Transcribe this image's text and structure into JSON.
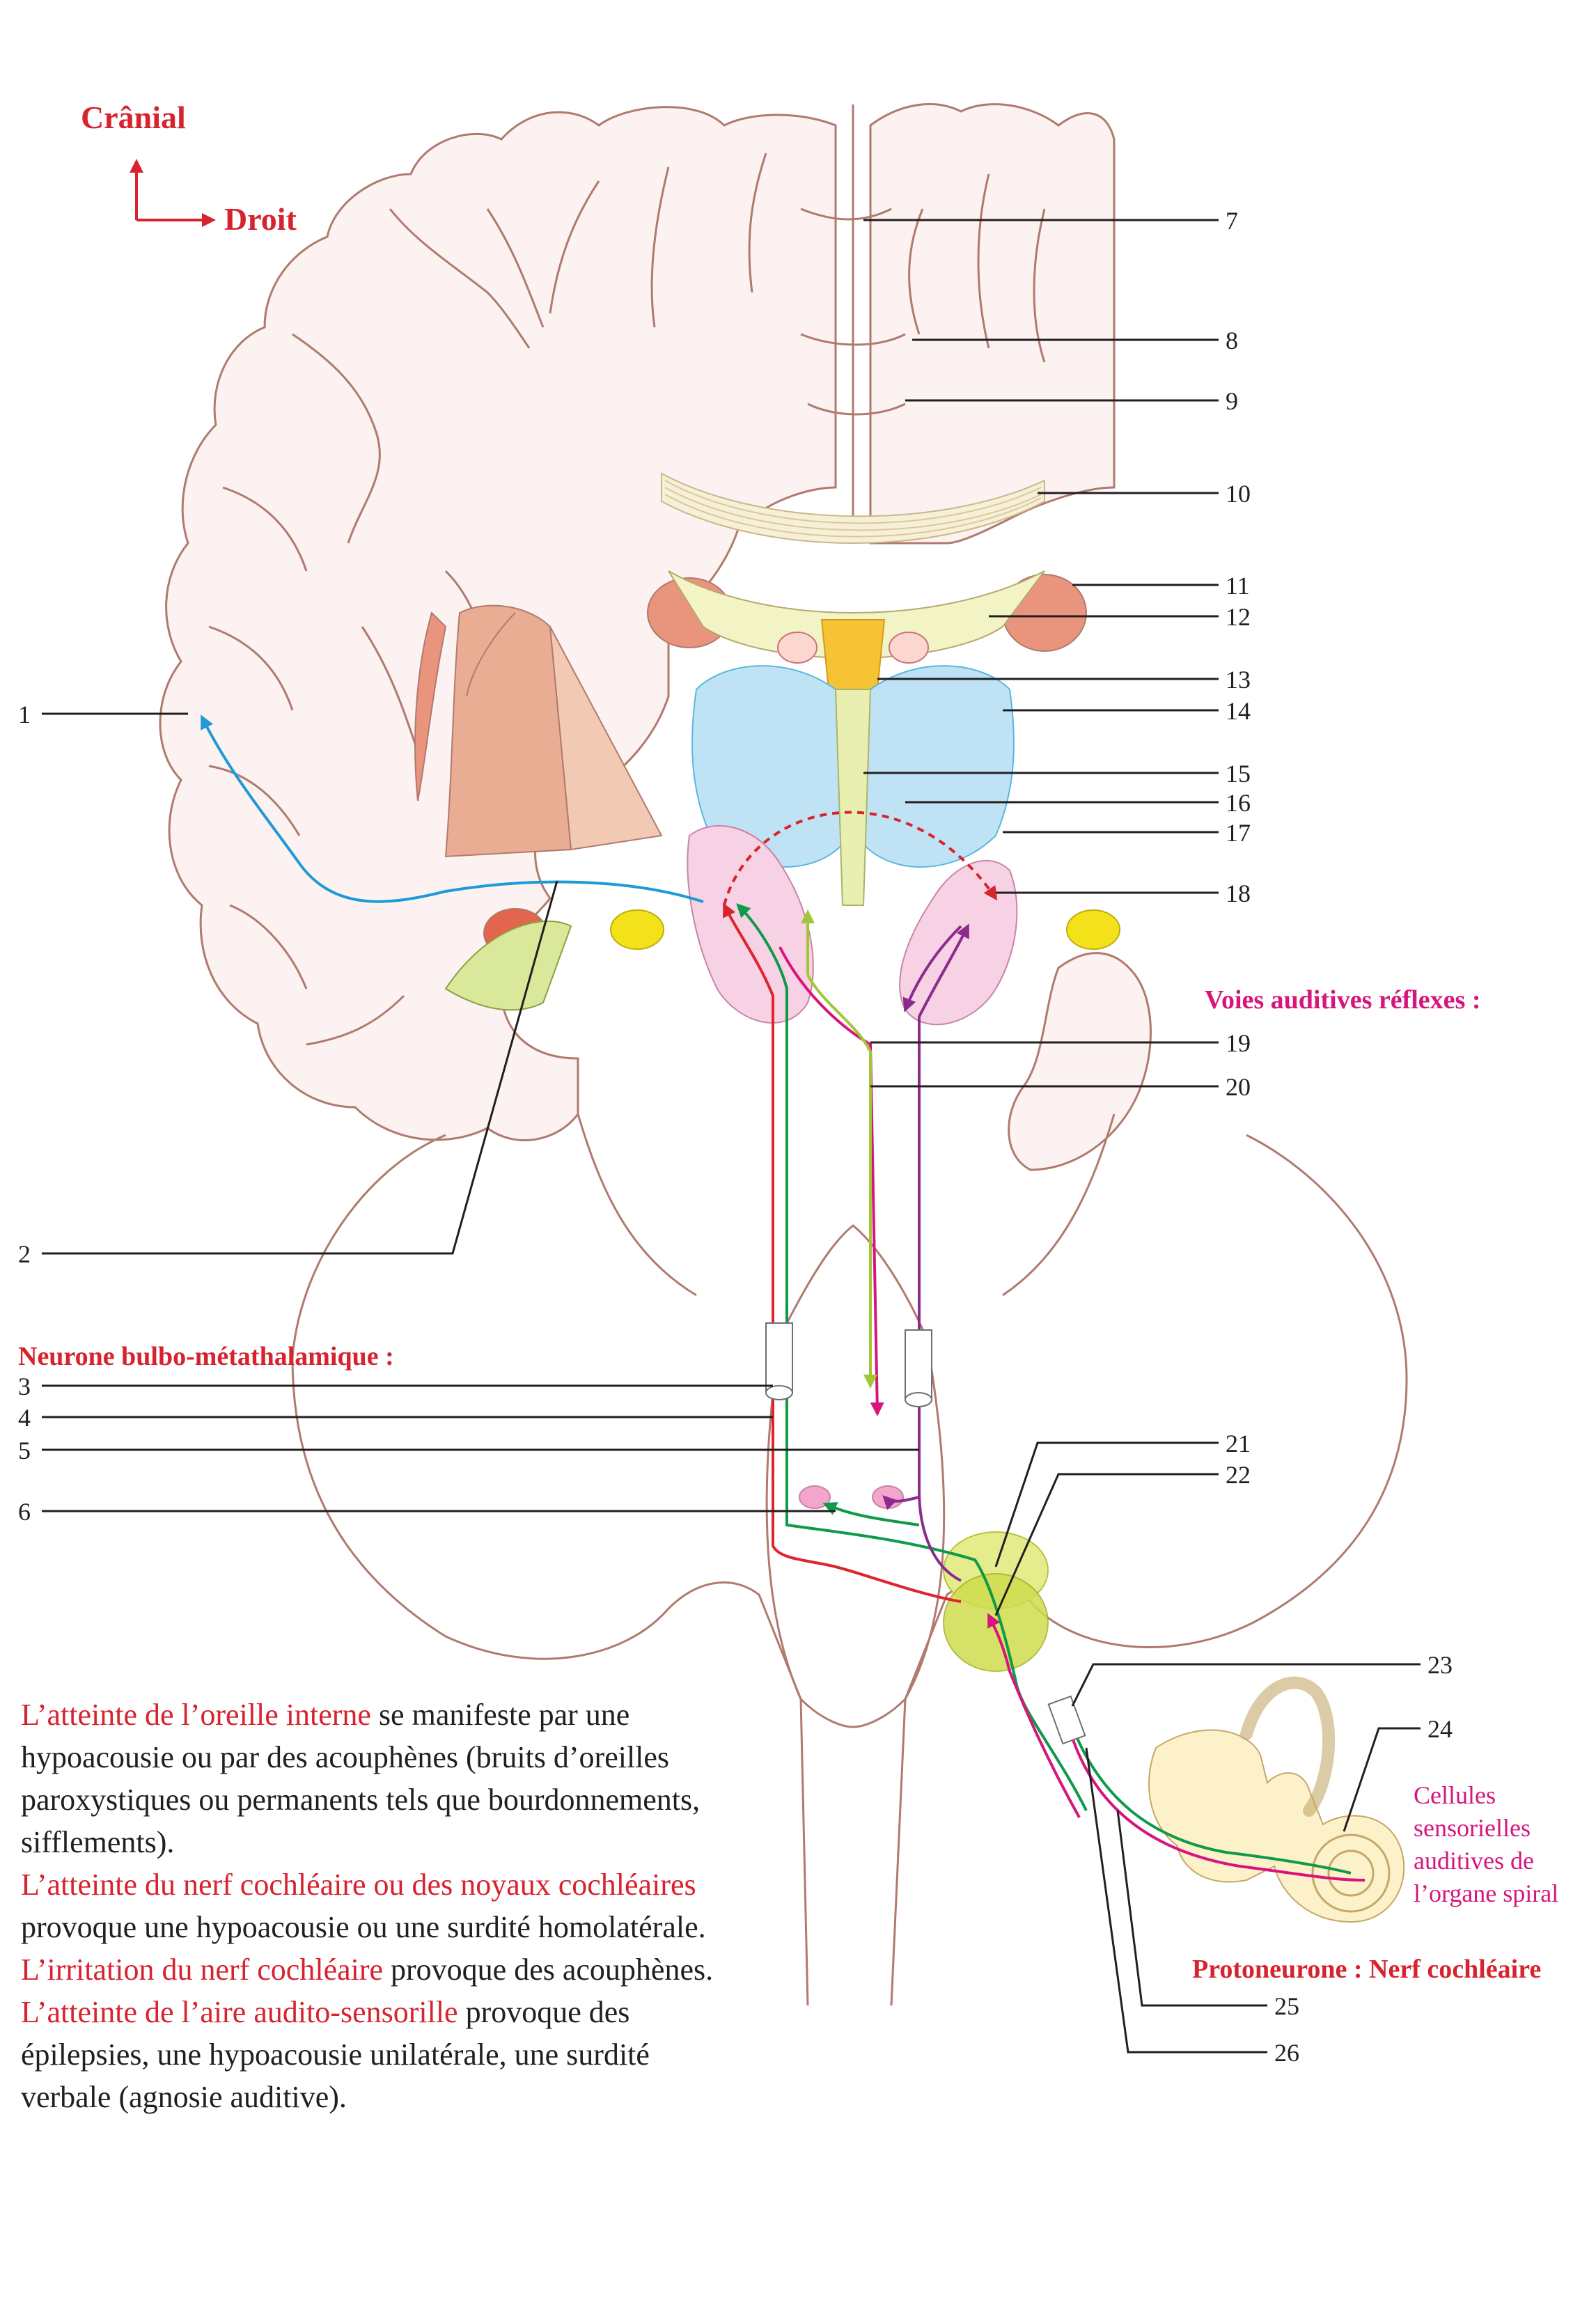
{
  "orientation": {
    "cranial": "Crânial",
    "right": "Droit"
  },
  "labels": [
    "1",
    "2",
    "3",
    "4",
    "5",
    "6",
    "7",
    "8",
    "9",
    "10",
    "11",
    "12",
    "13",
    "14",
    "15",
    "16",
    "17",
    "18",
    "19",
    "20",
    "21",
    "22",
    "23",
    "24",
    "25",
    "26"
  ],
  "section_titles": {
    "bulbo": "Neurone bulbo-métathalamique :",
    "reflex": "Voies auditives réflexes :",
    "proto": "Protoneurone : Nerf cochléaire"
  },
  "cells_label": [
    "Cellules",
    "sensorielles",
    "auditives de",
    "l’organe spiral"
  ],
  "notes": [
    {
      "highlight": "L’atteinte de l’oreille interne",
      "text": " se manifeste par une hypoacousie ou par des acouphènes (bruits d’oreilles paroxystiques ou permanents tels que bourdonnements, sifflements)."
    },
    {
      "highlight": "L’atteinte du nerf cochléaire ou des noyaux cochléaires",
      "text": " provoque une hypoacousie ou une surdité homolatérale."
    },
    {
      "highlight": "L’irritation du nerf cochléaire",
      "text": " provoque des acouphènes."
    },
    {
      "highlight": "L’atteinte de l’aire audito-sensorille",
      "text": " provoque des épilepsies, une hypoacousie unilatérale, une surdité verbale (agnosie auditive)."
    }
  ],
  "colors": {
    "pathway_red": "#e0242e",
    "pathway_green": "#0f9a4a",
    "pathway_magenta": "#d6157d",
    "pathway_purple": "#8b2b8e",
    "pathway_yellowgreen": "#a3c635",
    "pathway_blue": "#1f9ad6",
    "brain_outline": "#b07a6e",
    "ventricle_blue": "#bfe3f5",
    "thalamus_pink": "#f6d2e4"
  }
}
